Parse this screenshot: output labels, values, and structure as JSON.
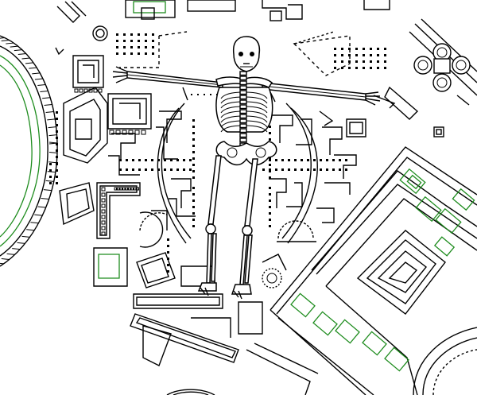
{
  "palette": {
    "ink": "#000000",
    "accent_green": "#1e8c1e",
    "background": "#ffffff"
  },
  "artwork": {
    "kind": "line-drawing",
    "subjects": [
      "skeleton",
      "architectural-plan"
    ]
  }
}
